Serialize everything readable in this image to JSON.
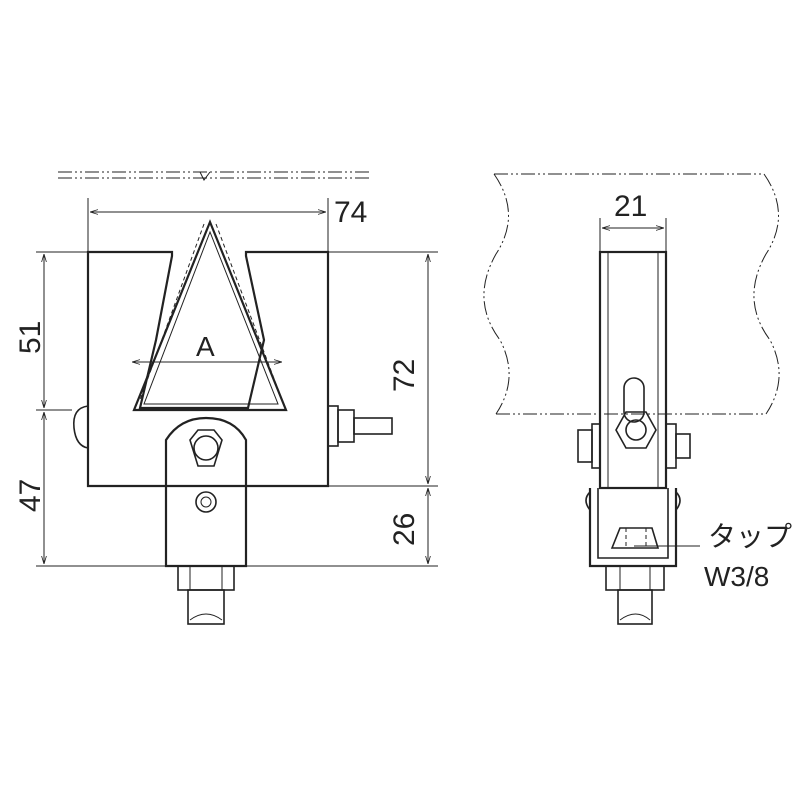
{
  "dimensions": {
    "width_front": "74",
    "upper_height": "51",
    "lower_height": "47",
    "total_height": "72",
    "lower_right_height": "26",
    "jaw_opening": "A",
    "side_width": "21"
  },
  "callout": {
    "line1": "タップ",
    "line2": "W3/8"
  },
  "colors": {
    "line": "#222222",
    "background": "#ffffff"
  }
}
